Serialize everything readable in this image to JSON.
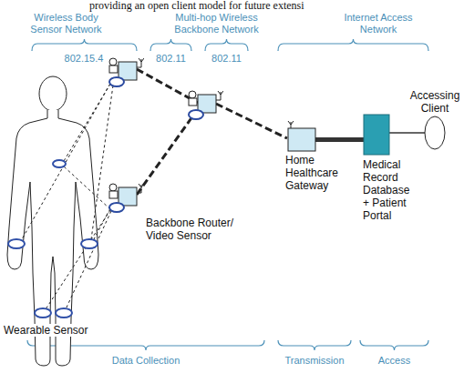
{
  "diagram": {
    "nodes": [
      {
        "text": [
          "Backbone Router/ Video Sensor"
        ]
      },
      {
        "text": [
          "Home Healthcare Gateway"
        ]
      },
      {
        "text": [
          "Medical Record Database + Patient Portal"
        ]
      },
      {
        "text": [
          "Accessing Client"
        ]
      }
    ],
    "edges": [
      {
        "from": 1,
        "to": 2,
        "arrow": "none"
      },
      {
        "from": 2,
        "to": 3,
        "arrow": "none"
      }
    ],
    "labels": [
      "providing an open client model for future extensi",
      "Wireless Body Sensor Network",
      "Multi-hop Wireless Backbone Network",
      "Internet Access Network",
      "802.15.4",
      "802.11",
      "802.11",
      "Wearable Sensor",
      "Data Collection",
      "Transmission",
      "Access"
    ]
  }
}
